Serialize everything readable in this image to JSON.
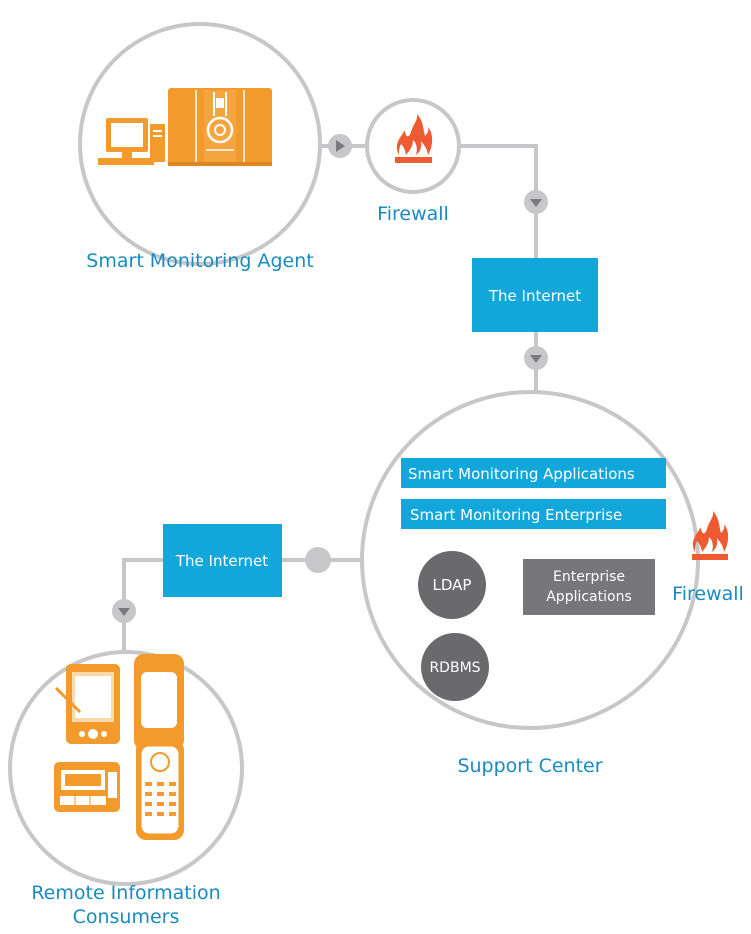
{
  "colors": {
    "line": "#c7c7c9",
    "internet_box": "#12a7db",
    "label_text": "#1a8bbf",
    "device_orange": "#f39a2c",
    "flame": "#ef5a32",
    "db_dark": "#6a6a6c",
    "enterprise_box": "#777779"
  },
  "nodes": {
    "agent": {
      "label": "Smart Monitoring Agent"
    },
    "firewall_top": {
      "label": "Firewall"
    },
    "internet_top": {
      "label": "The Internet"
    },
    "support": {
      "label": "Support Center",
      "bars": [
        "Smart Monitoring Applications",
        "Smart Monitoring Enterprise"
      ],
      "ldap": "LDAP",
      "rdbms": "RDBMS",
      "enterprise": [
        "Enterprise",
        "Applications"
      ]
    },
    "firewall_right": {
      "label": "Firewall"
    },
    "internet_left": {
      "label": "The Internet"
    },
    "consumers": {
      "label_lines": [
        "Remote Information",
        "Consumers"
      ]
    }
  },
  "icons": {
    "agent": [
      "desktop-computer-icon",
      "instrument-icon"
    ],
    "firewall": "flame-wall-icon",
    "consumers": [
      "pda-icon",
      "flip-phone-icon",
      "pager-icon"
    ]
  }
}
